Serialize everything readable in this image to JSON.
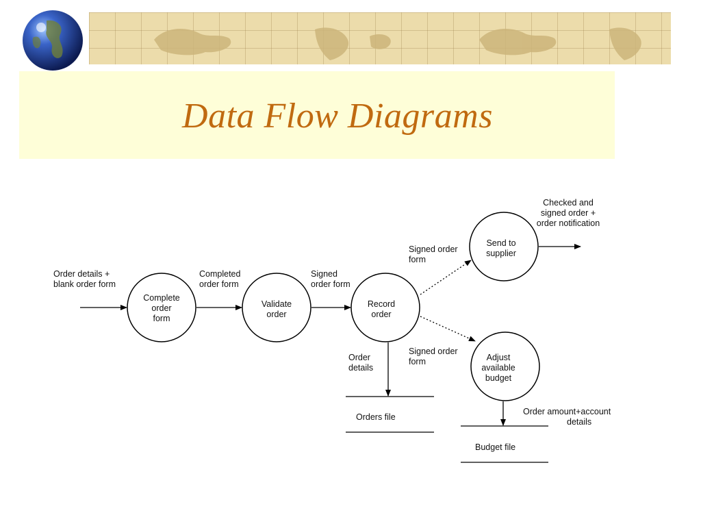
{
  "slide": {
    "title": "Data Flow Diagrams"
  },
  "processes": [
    {
      "id": "complete",
      "lines": [
        "Complete",
        "order",
        "form"
      ]
    },
    {
      "id": "validate",
      "lines": [
        "Validate",
        "order"
      ]
    },
    {
      "id": "record",
      "lines": [
        "Record",
        "order"
      ]
    },
    {
      "id": "send",
      "lines": [
        "Send to",
        "supplier"
      ]
    },
    {
      "id": "adjust",
      "lines": [
        "Adjust",
        "available",
        "budget"
      ]
    }
  ],
  "stores": [
    {
      "id": "orders",
      "label": "Orders file"
    },
    {
      "id": "budget",
      "label": "Budget file"
    }
  ],
  "flows": [
    {
      "from": "external",
      "to": "complete",
      "lines": [
        "Order details +",
        "blank order form"
      ]
    },
    {
      "from": "complete",
      "to": "validate",
      "lines": [
        "Completed",
        "order form"
      ]
    },
    {
      "from": "validate",
      "to": "record",
      "lines": [
        "Signed",
        "order form"
      ]
    },
    {
      "from": "record",
      "to": "send",
      "lines": [
        "Signed order",
        "form"
      ]
    },
    {
      "from": "send",
      "to": "external",
      "lines": [
        "Checked and",
        "signed order +",
        "order notification"
      ]
    },
    {
      "from": "record",
      "to": "orders",
      "lines": [
        "Order",
        "details"
      ]
    },
    {
      "from": "record",
      "to": "adjust",
      "lines": [
        "Signed order",
        "form"
      ]
    },
    {
      "from": "adjust",
      "to": "budget",
      "lines": [
        "Order amount+account",
        "details"
      ]
    }
  ],
  "colors": {
    "title": "#c06a10",
    "title_box": "#fefed8",
    "banner": "#ecdcab"
  }
}
